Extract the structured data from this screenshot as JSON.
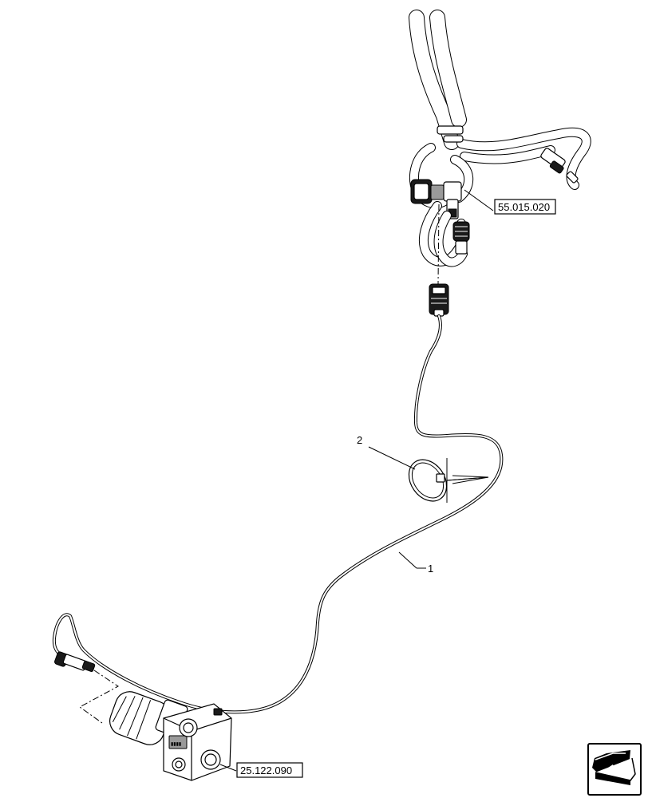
{
  "callouts": {
    "item_1": "1",
    "item_2": "2"
  },
  "references": {
    "upper_harness": "55.015.020",
    "valve": "25.122.090"
  },
  "icons": {
    "navigation": "next-page-arrow-icon"
  }
}
